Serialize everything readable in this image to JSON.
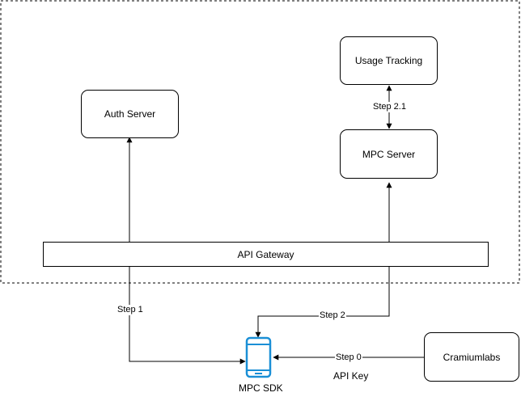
{
  "nodes": {
    "usage_tracking": "Usage Tracking",
    "auth_server": "Auth Server",
    "mpc_server": "MPC Server",
    "api_gateway": "API Gateway",
    "cramiumlabs": "Cramiumlabs",
    "mpc_sdk": "MPC SDK"
  },
  "edges": {
    "step_0": "Step 0",
    "step_1": "Step 1",
    "step_2": "Step 2",
    "step_2_1": "Step 2.1",
    "api_key": "API Key"
  },
  "colors": {
    "device_icon": "#1a8fd6",
    "line": "#000000"
  }
}
